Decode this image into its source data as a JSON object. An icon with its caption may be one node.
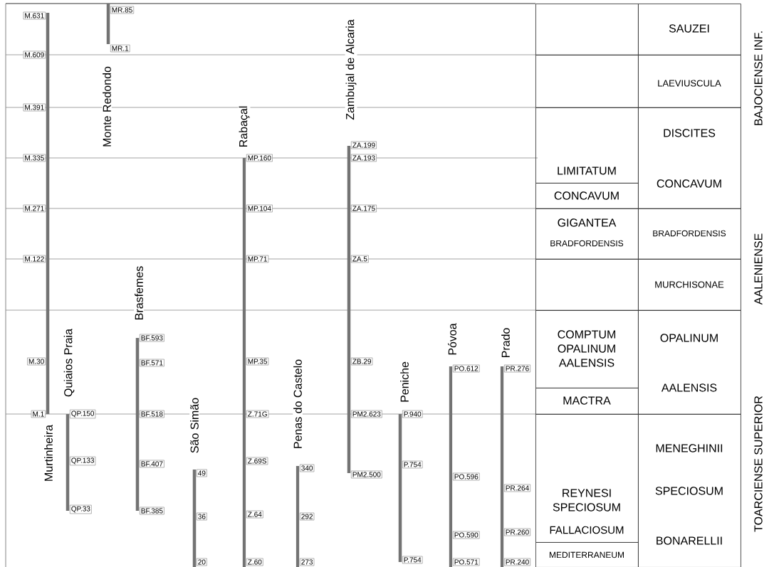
{
  "diagram": {
    "nodes": [
      {
        "text": [
          "Murtinheira"
        ]
      },
      {
        "text": [
          "M.631"
        ]
      },
      {
        "text": [
          "M.609"
        ]
      },
      {
        "text": [
          "M.391"
        ]
      },
      {
        "text": [
          "M.335"
        ]
      },
      {
        "text": [
          "M.271"
        ]
      },
      {
        "text": [
          "M.122"
        ]
      },
      {
        "text": [
          "M.30"
        ]
      },
      {
        "text": [
          "M.1"
        ]
      },
      {
        "text": [
          "Quiaios Praia"
        ]
      },
      {
        "text": [
          "QP.150"
        ]
      },
      {
        "text": [
          "QP.133"
        ]
      },
      {
        "text": [
          "QP.33"
        ]
      },
      {
        "text": [
          "Monte Redondo"
        ]
      },
      {
        "text": [
          "MR.85"
        ]
      },
      {
        "text": [
          "MR.1"
        ]
      },
      {
        "text": [
          "Brasfemes"
        ]
      },
      {
        "text": [
          "BF.593"
        ]
      },
      {
        "text": [
          "BF.571"
        ]
      },
      {
        "text": [
          "BF.518"
        ]
      },
      {
        "text": [
          "BF.407"
        ]
      },
      {
        "text": [
          "BF.385"
        ]
      },
      {
        "text": [
          "São Simão"
        ]
      },
      {
        "text": [
          "49"
        ]
      },
      {
        "text": [
          "36"
        ]
      },
      {
        "text": [
          "20"
        ]
      },
      {
        "text": [
          "Rabaçal"
        ]
      },
      {
        "text": [
          "MP.160"
        ]
      },
      {
        "text": [
          "MP.104"
        ]
      },
      {
        "text": [
          "MP.71"
        ]
      },
      {
        "text": [
          "MP.35"
        ]
      },
      {
        "text": [
          "Z.71G"
        ]
      },
      {
        "text": [
          "Z.69S"
        ]
      },
      {
        "text": [
          "Z.64"
        ]
      },
      {
        "text": [
          "Z.60"
        ]
      },
      {
        "text": [
          "Penas do Castelo"
        ]
      },
      {
        "text": [
          "340"
        ]
      },
      {
        "text": [
          "292"
        ]
      },
      {
        "text": [
          "273"
        ]
      },
      {
        "text": [
          "Zambujal de Alcaria"
        ]
      },
      {
        "text": [
          "ZA.199"
        ]
      },
      {
        "text": [
          "ZA.193"
        ]
      },
      {
        "text": [
          "ZA.175"
        ]
      },
      {
        "text": [
          "ZA.5"
        ]
      },
      {
        "text": [
          "ZB.29"
        ]
      },
      {
        "text": [
          "PM2.623"
        ]
      },
      {
        "text": [
          "PM2.500"
        ]
      },
      {
        "text": [
          "Peniche"
        ]
      },
      {
        "text": [
          "P.940"
        ]
      },
      {
        "text": [
          "P.754"
        ]
      },
      {
        "text": [
          "P.754"
        ]
      },
      {
        "text": [
          "Póvoa"
        ]
      },
      {
        "text": [
          "PO.612"
        ]
      },
      {
        "text": [
          "PO.596"
        ]
      },
      {
        "text": [
          "PO.590"
        ]
      },
      {
        "text": [
          "PO.571"
        ]
      },
      {
        "text": [
          "Prado"
        ]
      },
      {
        "text": [
          "PR.276"
        ]
      },
      {
        "text": [
          "PR.264"
        ]
      },
      {
        "text": [
          "PR.260"
        ]
      },
      {
        "text": [
          "PR.240"
        ]
      },
      {
        "text": [],
        "shape": "box"
      },
      {
        "text": [
          "SAUZEI"
        ]
      },
      {
        "text": [],
        "shape": "box"
      },
      {
        "text": [
          "LAEVIUSCULA"
        ]
      },
      {
        "text": [
          "LIMITATUM"
        ]
      },
      {
        "text": [
          "DISCITES",
          "CONCAVUM"
        ]
      },
      {
        "text": [
          "CONCAVUM"
        ]
      },
      {
        "text": [
          "GIGANTEA",
          "BRADFORDENSIS"
        ]
      },
      {
        "text": [
          "BRADFORDENSIS"
        ]
      },
      {
        "text": [],
        "shape": "box"
      },
      {
        "text": [
          "MURCHISONAE"
        ]
      },
      {
        "text": [
          "COMPTUM OPALINUM AALENSIS"
        ]
      },
      {
        "text": [
          "OPALINUM",
          "AALENSIS"
        ]
      },
      {
        "text": [
          "MACTRA"
        ]
      },
      {
        "text": [
          "REYNESI SPECIOSUM",
          "FALLACIOSUM"
        ]
      },
      {
        "text": [
          "MENEGHINII",
          "SPECIOSUM",
          "BONARELLII"
        ]
      },
      {
        "text": [
          "MEDITERRANEUM"
        ]
      }
    ],
    "labels": [
      "BAJOCIENSE INF.",
      "AALENIENSE",
      "TOARCIENSE SUPERIOR"
    ]
  }
}
